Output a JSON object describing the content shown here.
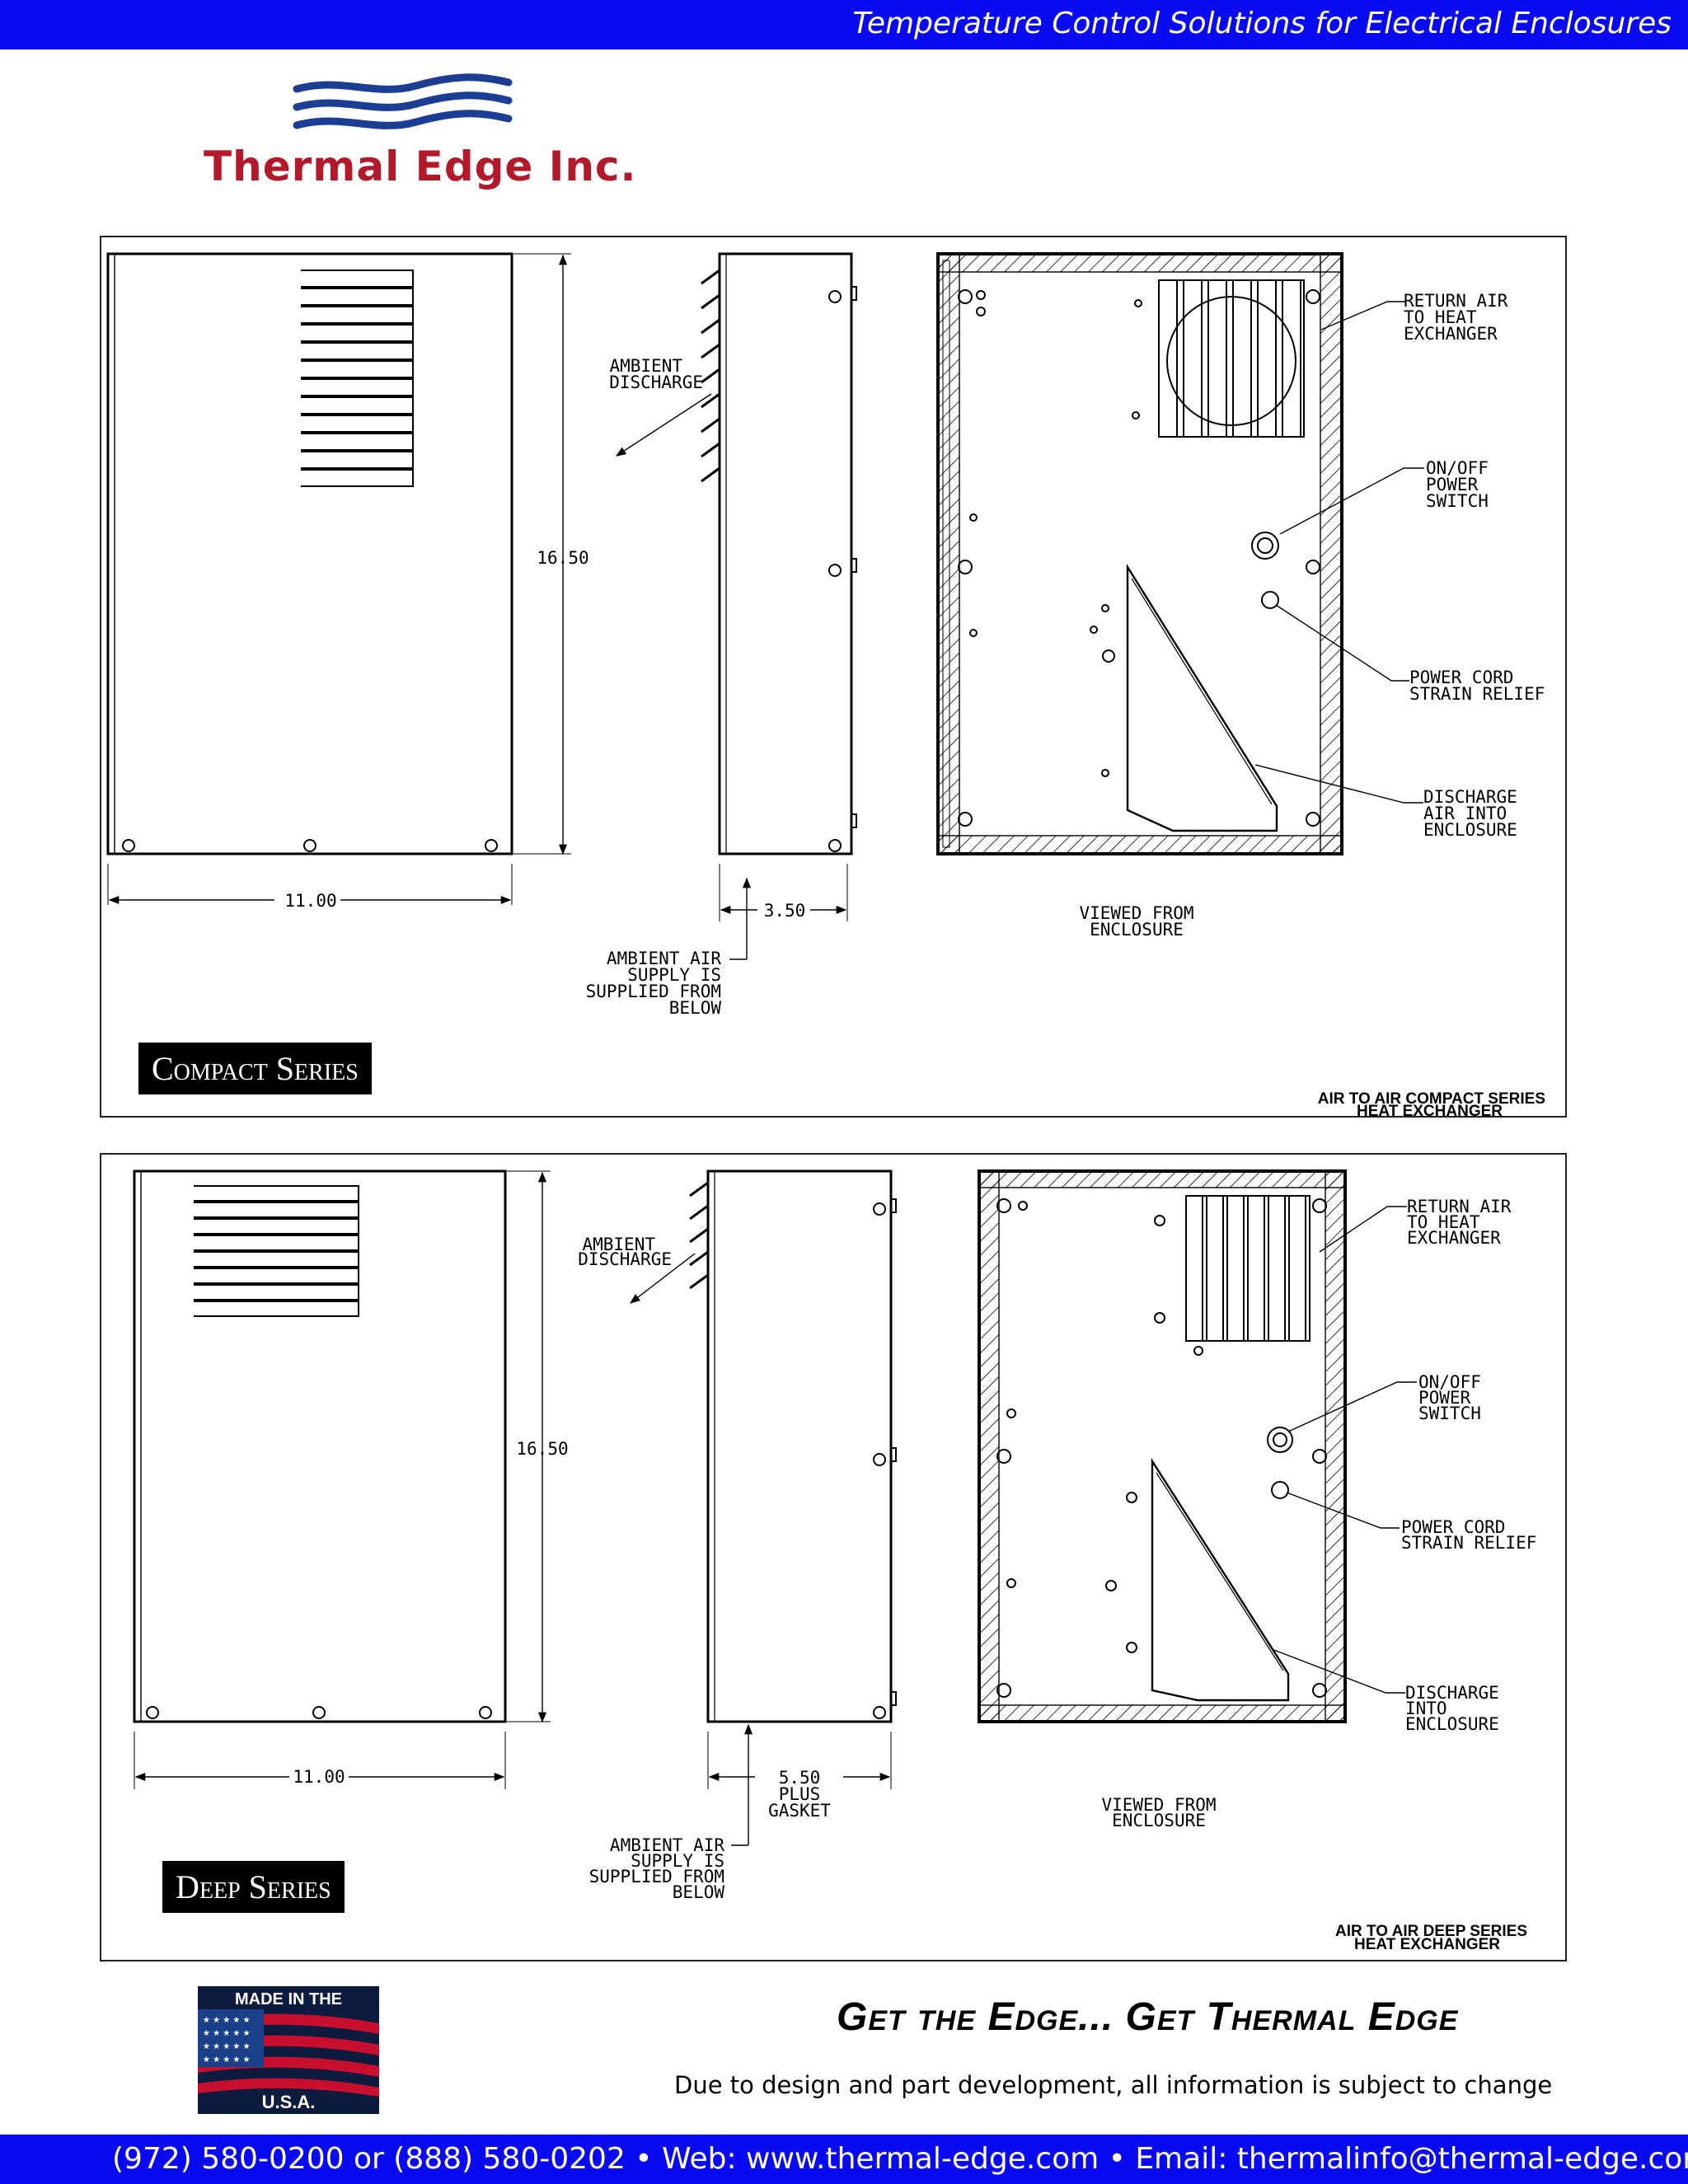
{
  "header": {
    "tagline": "Temperature Control Solutions for Electrical Enclosures"
  },
  "logo": {
    "company_name": "Thermal Edge Inc."
  },
  "compact": {
    "series_label": "Compact Series",
    "width_dim": "11.00",
    "height_dim": "16.50",
    "depth_dim": "3.50",
    "ambient_discharge": [
      "AMBIENT",
      "DISCHARGE"
    ],
    "ambient_supply": [
      "AMBIENT AIR",
      "SUPPLY IS",
      "SUPPLIED FROM",
      "BELOW"
    ],
    "return_air": [
      "RETURN AIR",
      "TO HEAT",
      "EXCHANGER"
    ],
    "power_switch": [
      "ON/OFF",
      "POWER",
      "SWITCH"
    ],
    "strain_relief": [
      "POWER CORD",
      "STRAIN RELIEF"
    ],
    "discharge_into": [
      "DISCHARGE",
      "AIR INTO",
      "ENCLOSURE"
    ],
    "viewed_from": [
      "VIEWED FROM",
      "ENCLOSURE"
    ],
    "title_block": [
      "AIR TO AIR COMPACT SERIES",
      "HEAT EXCHANGER"
    ]
  },
  "deep": {
    "series_label": "Deep Series",
    "width_dim": "11.00",
    "height_dim": "16.50",
    "depth_dim": [
      "5.50",
      "PLUS",
      "GASKET"
    ],
    "ambient_discharge": [
      "AMBIENT",
      "DISCHARGE"
    ],
    "ambient_supply": [
      "AMBIENT AIR",
      "SUPPLY IS",
      "SUPPLIED FROM",
      "BELOW"
    ],
    "return_air": [
      "RETURN AIR",
      "TO HEAT",
      "EXCHANGER"
    ],
    "power_switch": [
      "ON/OFF",
      "POWER",
      "SWITCH"
    ],
    "strain_relief": [
      "POWER CORD",
      "STRAIN RELIEF"
    ],
    "discharge_into": [
      "DISCHARGE",
      "INTO",
      "ENCLOSURE"
    ],
    "viewed_from": [
      "VIEWED FROM",
      "ENCLOSURE"
    ],
    "title_block": [
      "AIR TO AIR DEEP SERIES",
      "HEAT EXCHANGER"
    ]
  },
  "footer": {
    "flag_text": [
      "MADE IN THE",
      "U.S.A."
    ],
    "slogan": "Get the Edge... Get Thermal Edge",
    "disclaimer": "Due to design and part development, all information is subject to change",
    "contact": "(972) 580-0200 or (888) 580-0202 • Web:  www.thermal-edge.com • Email:  thermalinfo@thermal-edge.com"
  },
  "colors": {
    "brand_blue": "#0a0af0",
    "logo_red": "#b3192a",
    "wave_blue": "#1b3d94"
  }
}
